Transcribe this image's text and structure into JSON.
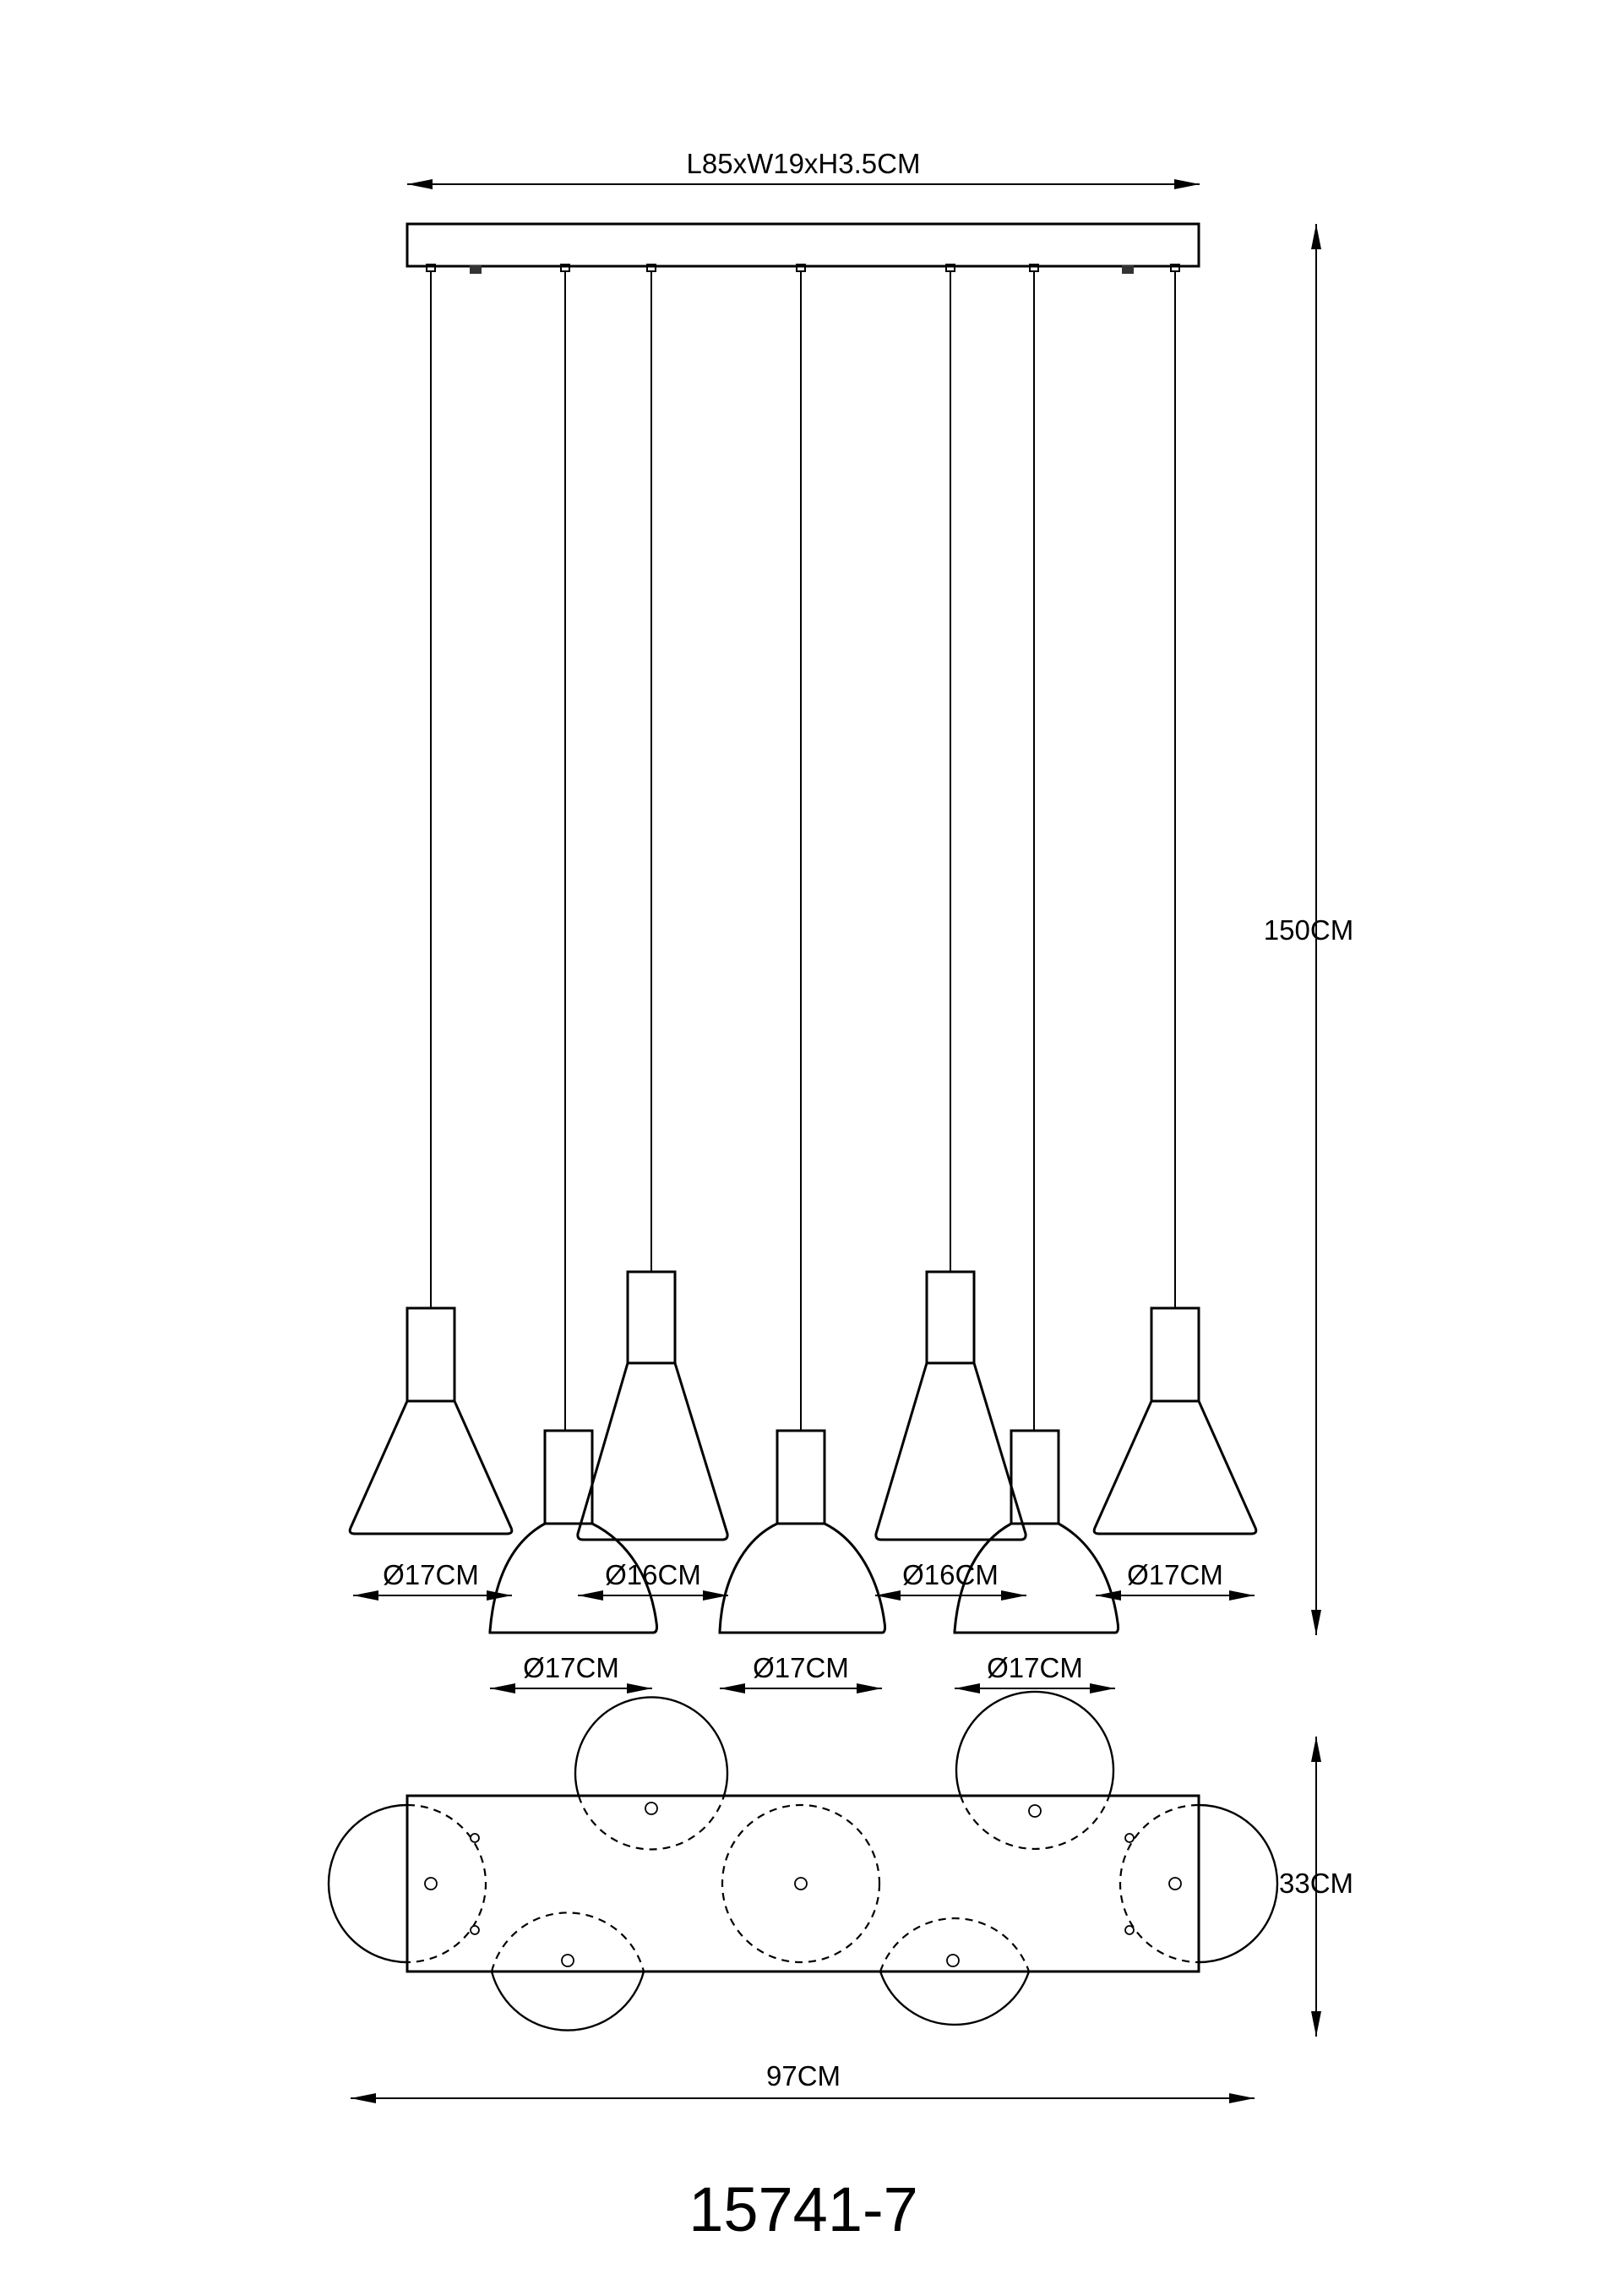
{
  "canopy_dimension": "L85xW19xH3.5CM",
  "height_dimension": "150CM",
  "shade_diameters": {
    "left_outer": "Ø17CM",
    "left_inner": "Ø16CM",
    "right_inner": "Ø16CM",
    "right_outer": "Ø17CM",
    "lower_left": "Ø17CM",
    "lower_center": "Ø17CM",
    "lower_right": "Ø17CM"
  },
  "top_view": {
    "depth_dimension": "33CM",
    "width_dimension": "97CM"
  },
  "model_number": "15741-7"
}
